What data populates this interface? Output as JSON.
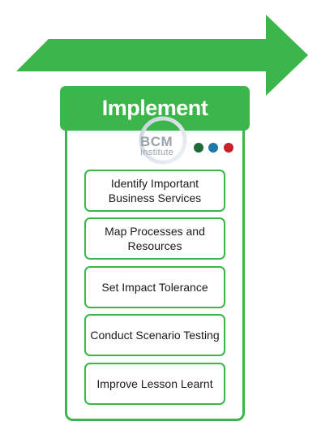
{
  "header": {
    "title": "Implement"
  },
  "logo": {
    "main": "BCM",
    "sub": "Institute"
  },
  "colors": {
    "accent_green": "#3cb54a",
    "dot_green": "#1e6b3a",
    "dot_blue": "#1c7aa8",
    "dot_red": "#c8202f"
  },
  "steps": [
    {
      "label": "Identify Important Business Services"
    },
    {
      "label": "Map Processes and Resources"
    },
    {
      "label": "Set Impact Tolerance"
    },
    {
      "label": "Conduct Scenario Testing"
    },
    {
      "label": "Improve Lesson Learnt"
    }
  ]
}
